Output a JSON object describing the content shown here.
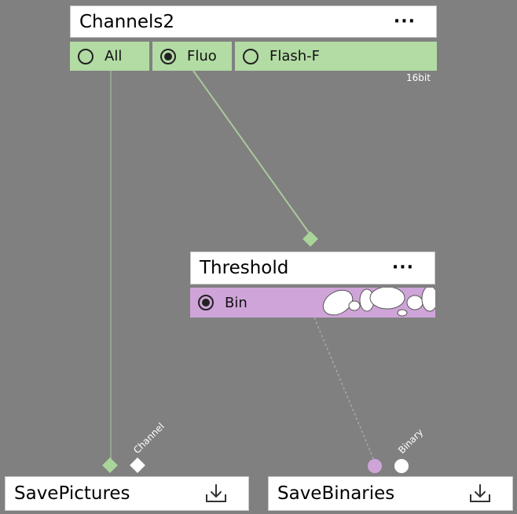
{
  "colors": {
    "canvas": "#808080",
    "channels_port": "#b3dba4",
    "threshold_port": "#cfa4d8",
    "wire_green": "#a9c99e",
    "wire_purple": "#b1a1b6"
  },
  "channels_node": {
    "title": "Channels2",
    "menu": "···",
    "ports": [
      {
        "label": "All",
        "selected": false
      },
      {
        "label": "Fluo",
        "selected": true
      },
      {
        "label": "Flash-F",
        "selected": false
      }
    ],
    "bit_depth": "16bit"
  },
  "threshold_node": {
    "title": "Threshold",
    "menu": "···",
    "port": {
      "label": "Bin",
      "selected": true
    }
  },
  "save_pictures_node": {
    "title": "SavePictures",
    "slot_label": "Channel",
    "icon": "download-icon"
  },
  "save_binaries_node": {
    "title": "SaveBinaries",
    "slot_label": "Binary",
    "icon": "download-icon"
  }
}
